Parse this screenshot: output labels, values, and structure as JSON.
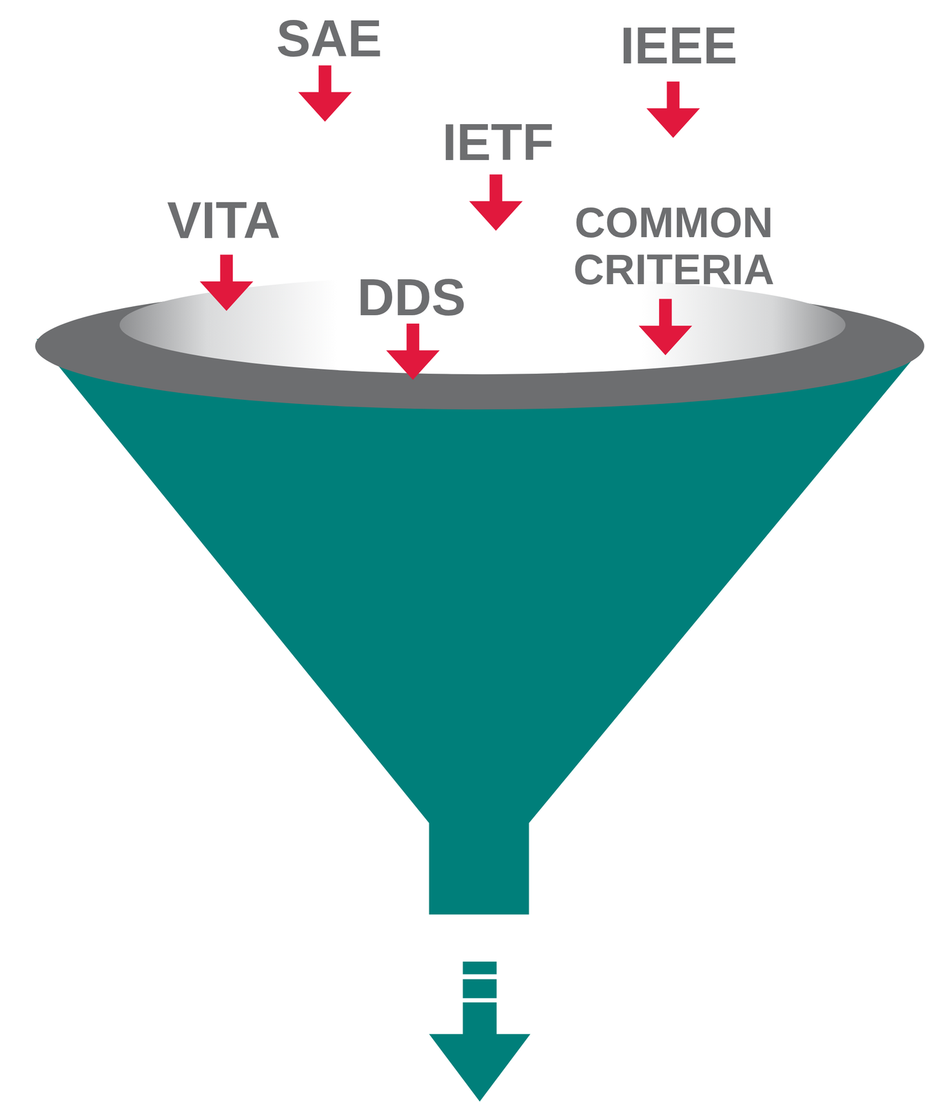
{
  "diagram": {
    "labels": [
      "SAE",
      "IEEE",
      "IETF",
      "VITA",
      "COMMON CRITERIA",
      "DDS"
    ]
  }
}
